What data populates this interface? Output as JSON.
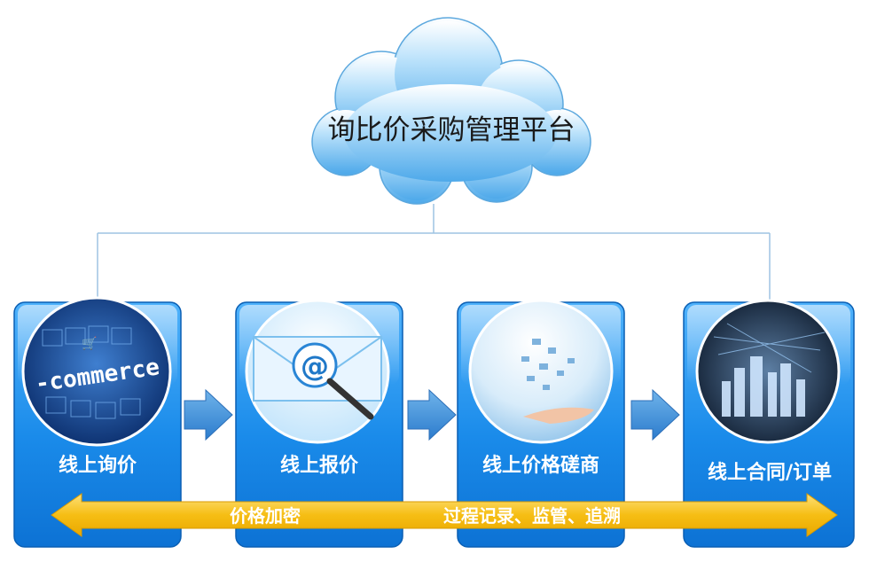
{
  "platform": {
    "title": "询比价采购管理平台"
  },
  "steps": [
    {
      "label": "线上询价",
      "image_text": "-commerce"
    },
    {
      "label": "线上报价",
      "image_text": "@"
    },
    {
      "label": "线上价格磋商"
    },
    {
      "label": "线上合同/订单"
    }
  ],
  "band": {
    "left_text": "价格加密",
    "right_text": "过程记录、监管、追溯"
  },
  "colors": {
    "card_blue": "#1e8de8",
    "band_yellow": "#f6c21b",
    "connector": "#9ec3e2",
    "cloud": "#7cc3f4"
  }
}
